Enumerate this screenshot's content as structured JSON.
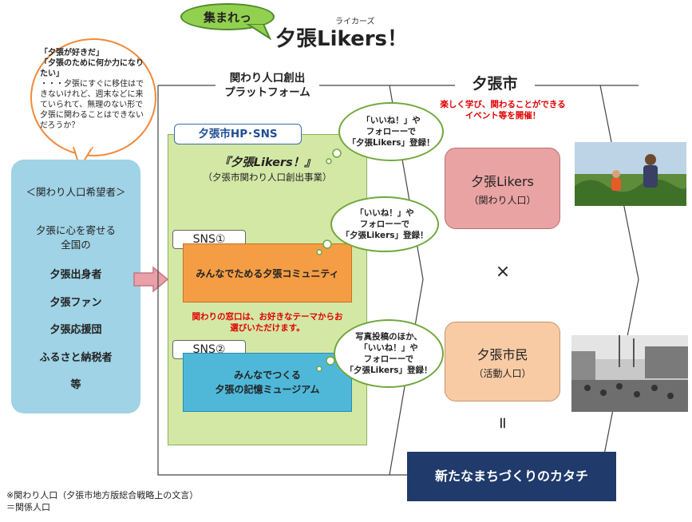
{
  "header": {
    "callout": "集まれっ",
    "ruby": "ライカーズ",
    "title": "夕張Likers！"
  },
  "speech_bubble": {
    "lines": [
      "「夕張が好きだ」",
      "「夕張のために何か力になりたい」"
    ],
    "body": "・・・夕張にすぐに移住はできないけれど、週末などに来ていられて、無理のない形で夕張に関わることはできないだろうか？"
  },
  "hopefuls": {
    "title": "＜関わり人口希望者＞",
    "intro": "夕張に心を寄せる\n全国の",
    "items": [
      "夕張出身者",
      "夕張ファン",
      "夕張応援団",
      "ふるさと納税者",
      "等"
    ]
  },
  "platform": {
    "section_title": "関わり人口創出\nプラットフォーム",
    "hp_label": "夕張市HP･SNS",
    "project_title": "『夕張Likers！』",
    "project_sub": "（夕張市関わり人口創出事業）",
    "sns1_label": "SNS①",
    "sns1_box": "みんなでためる夕張コミュニティ",
    "window_note": "関わりの窓口は、お好きなテーマからお選びいただけます。",
    "sns2_label": "SNS②",
    "sns2_box": "みんなでつくる\n夕張の記憶ミュージアム"
  },
  "clouds": {
    "c1": "「いいね！」や\nフォローーで\n「夕張Likers」登録！",
    "c2": "「いいね！」や\nフォローーで\n「夕張Likers」登録！",
    "c3": "写真投稿のほか、\n「いいね！」や\nフォローーで\n「夕張Likers」登録！"
  },
  "city": {
    "title": "夕張市",
    "subtitle": "楽しく学び、関わることができる\nイベント等を開催！",
    "likers_title": "夕張Likers",
    "likers_sub": "（関わり人口）",
    "times": "×",
    "citizens_title": "夕張市民",
    "citizens_sub": "（活動人口）",
    "equals": "=",
    "result": "新たなまちづくりのカタチ"
  },
  "footnote": "※関わり人口（夕張市地方版総合戦略上の文言）\n＝関係人口",
  "colors": {
    "green_bubble": "#92d050",
    "hopeful_bg": "#9fd3e5",
    "platform_bg": "#d4e8a6",
    "orange_box": "#f59d45",
    "blue_box": "#4fb8d9",
    "pink_box": "#e9a3a3",
    "peach_box": "#f8cba4",
    "navy_box": "#1f3a6b",
    "red_text": "#e00000"
  },
  "icons": [
    "arrow-right-icon",
    "photo-farm",
    "photo-old-town"
  ]
}
